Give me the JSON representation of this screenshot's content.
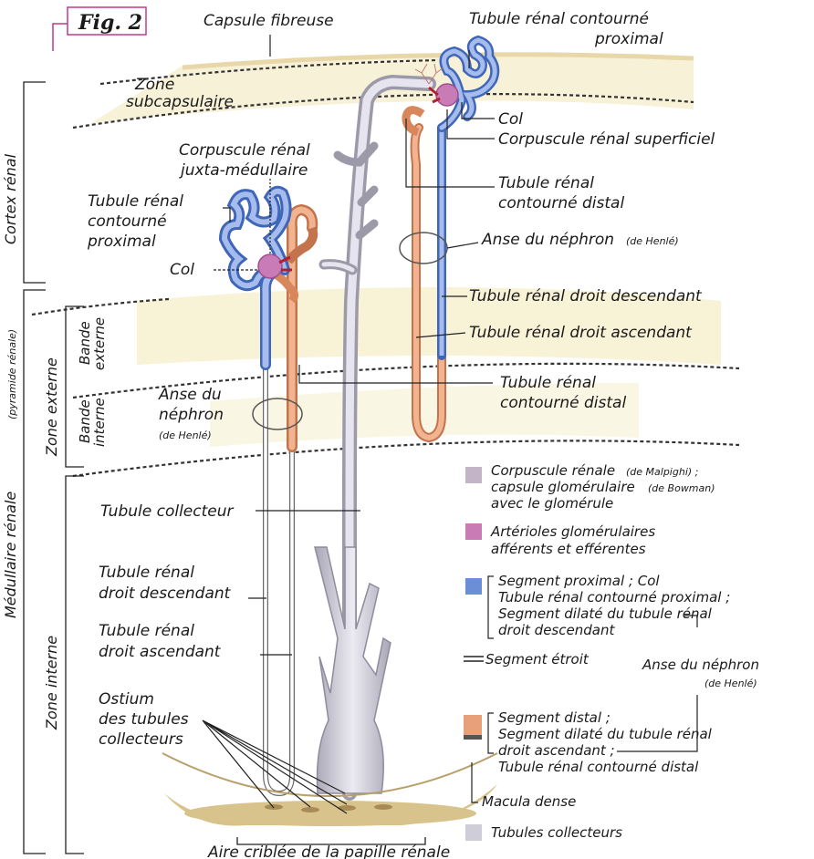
{
  "figure_label": "Fig. 2",
  "labels": {
    "capsule": "Capsule fibreuse",
    "tcp_top_1": "Tubule rénal contourné",
    "tcp_top_2": "proximal",
    "zone_sub_1": "Zone",
    "zone_sub_2": "subcapsulaire",
    "col_top": "Col",
    "corp_superficiel": "Corpuscule rénal superficiel",
    "corp_juxta_1": "Corpuscule rénal",
    "corp_juxta_2": "juxta-médullaire",
    "tcd_top_1": "Tubule rénal",
    "tcd_top_2": "contourné distal",
    "tcp_left_1": "Tubule rénal",
    "tcp_left_2": "contourné",
    "tcp_left_3": "proximal",
    "col_left": "Col",
    "anse_right": "Anse du néphron",
    "anse_right_sub": "(de Henlé)",
    "trdd_right": "Tubule rénal droit descendant",
    "trda_right": "Tubule rénal droit ascendant",
    "tcd_mid_1": "Tubule rénal",
    "tcd_mid_2": "contourné distal",
    "anse_left_1": "Anse du",
    "anse_left_2": "néphron",
    "anse_left_3": "(de Henlé)",
    "collecteur": "Tubule collecteur",
    "trdd_left_1": "Tubule rénal",
    "trdd_left_2": "droit descendant",
    "trda_left_1": "Tubule rénal",
    "trda_left_2": "droit ascendant",
    "ostium_1": "Ostium",
    "ostium_2": "des tubules",
    "ostium_3": "collecteurs",
    "aire": "Aire criblée de la papille rénale"
  },
  "side_labels": {
    "cortex": "Cortex rénal",
    "medullaire": "Médullaire rénale",
    "medullaire_sub": "(pyramide rénale)",
    "zone_externe": "Zone externe",
    "zone_interne": "Zone interne",
    "bande_externe_1": "Bande",
    "bande_externe_2": "externe",
    "bande_interne_1": "Bande",
    "bande_interne_2": "interne"
  },
  "legend": {
    "corpuscule_1": "Corpuscule rénale",
    "corpuscule_1b": "(de Malpighi) ;",
    "corpuscule_2": "capsule glomérulaire",
    "corpuscule_2b": "(de Bowman)",
    "corpuscule_3": "avec le glomérule",
    "arterioles_1": "Artérioles glomérulaires",
    "arterioles_2": "afférents et efférentes",
    "proximal_1": "Segment proximal ; Col",
    "proximal_2": "Tubule rénal contourné proximal ;",
    "proximal_3": "Segment dilaté du tubule rénal",
    "proximal_4": "droit descendant",
    "etroit": "Segment étroit",
    "anse": "Anse du néphron",
    "anse_sub": "(de Henlé)",
    "distal_1": "Segment distal ;",
    "distal_2": "Segment dilaté du tubule rénal",
    "distal_3": "droit ascendant ;",
    "distal_4": "Tubule rénal contourné distal",
    "macula": "Macula dense",
    "collecteurs": "Tubules collecteurs"
  },
  "colors": {
    "proximal": "#6b8fd6",
    "distal": "#e8a07a",
    "corpuscule": "#c4b4c8",
    "arterioles": "#c97bb6",
    "collecteur": "#cfcdd8",
    "cortex_band": "#f6f1d6",
    "fig_border": "#c03a8c",
    "macula": "#555555"
  }
}
